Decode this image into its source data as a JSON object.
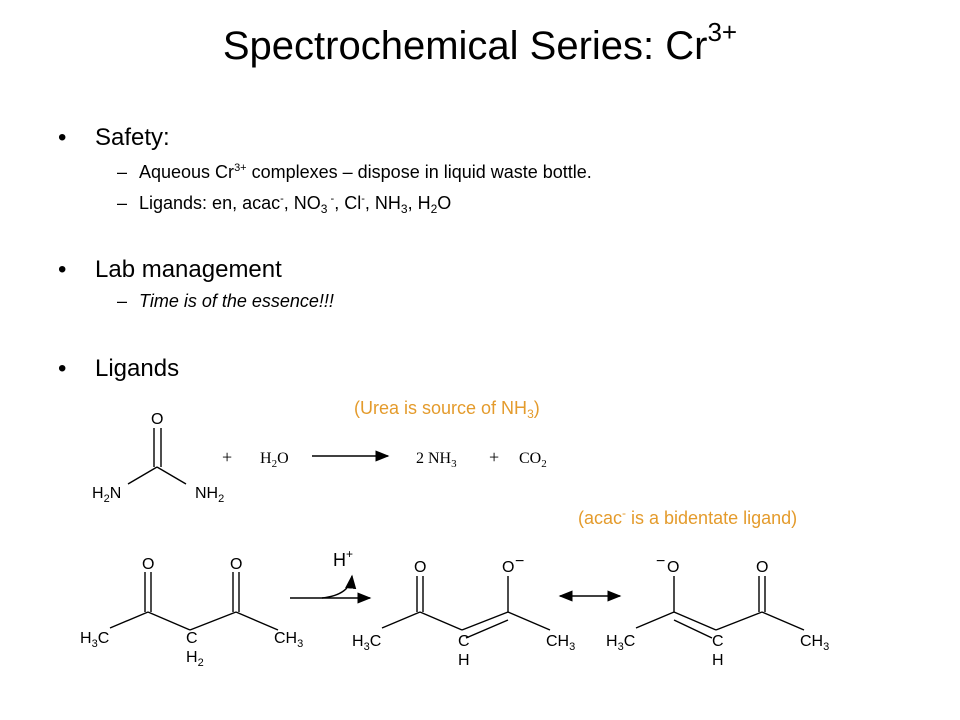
{
  "title": {
    "text": "Spectrochemical Series: Cr",
    "sup": "3+"
  },
  "bullets": {
    "safety": {
      "label": "Safety:",
      "items": [
        {
          "a": "Aqueous Cr",
          "sup": "3+",
          "b": " complexes – dispose in liquid waste bottle."
        },
        {
          "a": "Ligands: en, acac",
          "s1": "-",
          "b": ", NO",
          "sub1": "3",
          "s2": " -",
          "c": ", Cl",
          "s3": "-",
          "d": ", NH",
          "sub2": "3",
          "e": ", H",
          "sub3": "2",
          "f": "O"
        }
      ]
    },
    "lab": {
      "label": "Lab management",
      "items": [
        {
          "text": "Time is of the essence!!!"
        }
      ]
    },
    "ligands": {
      "label": "Ligands"
    }
  },
  "markers": {
    "bullet": "•",
    "dash": "–"
  },
  "notes": {
    "urea": {
      "a": "(Urea is source of NH",
      "sub": "3",
      "b": ")"
    },
    "acac": {
      "a": "(acac",
      "sup": "-",
      "b": " is a bidentate ligand)"
    }
  },
  "reaction1": {
    "plus1": "+",
    "h2o": {
      "a": "H",
      "sub": "2",
      "b": "O"
    },
    "nh3": {
      "a": "2 NH",
      "sub": "3"
    },
    "plus2": "+",
    "co2": {
      "a": "CO",
      "sub": "2"
    },
    "urea": {
      "o": "O",
      "nh2": "NH",
      "sub": "2",
      "h2n": "H",
      "h2nsub": "2",
      "h2nN": "N"
    }
  },
  "reaction2": {
    "reagent": {
      "h": "H",
      "sup": "+"
    },
    "acacH": {
      "o1": "O",
      "o2": "O",
      "ch3a": "H",
      "ch3a_sub": "3",
      "ch3a_c": "C",
      "c": "C",
      "h2": "H",
      "h2sub": "2",
      "ch3b": "CH",
      "ch3b_sub": "3"
    },
    "enolate1": {
      "o1": "O",
      "o2": "O",
      "minus": "−",
      "ch3a": "H",
      "ch3a_sub": "3",
      "ch3a_c": "C",
      "c": "C",
      "h": "H",
      "ch3b": "CH",
      "ch3b_sub": "3"
    },
    "enolate2": {
      "o1": "O",
      "o2": "O",
      "minus": "−",
      "ch3a": "H",
      "ch3a_sub": "3",
      "ch3a_c": "C",
      "c": "C",
      "h": "H",
      "ch3b": "CH",
      "ch3b_sub": "3"
    }
  },
  "colors": {
    "note": "#E49B2C",
    "text": "#000000"
  }
}
